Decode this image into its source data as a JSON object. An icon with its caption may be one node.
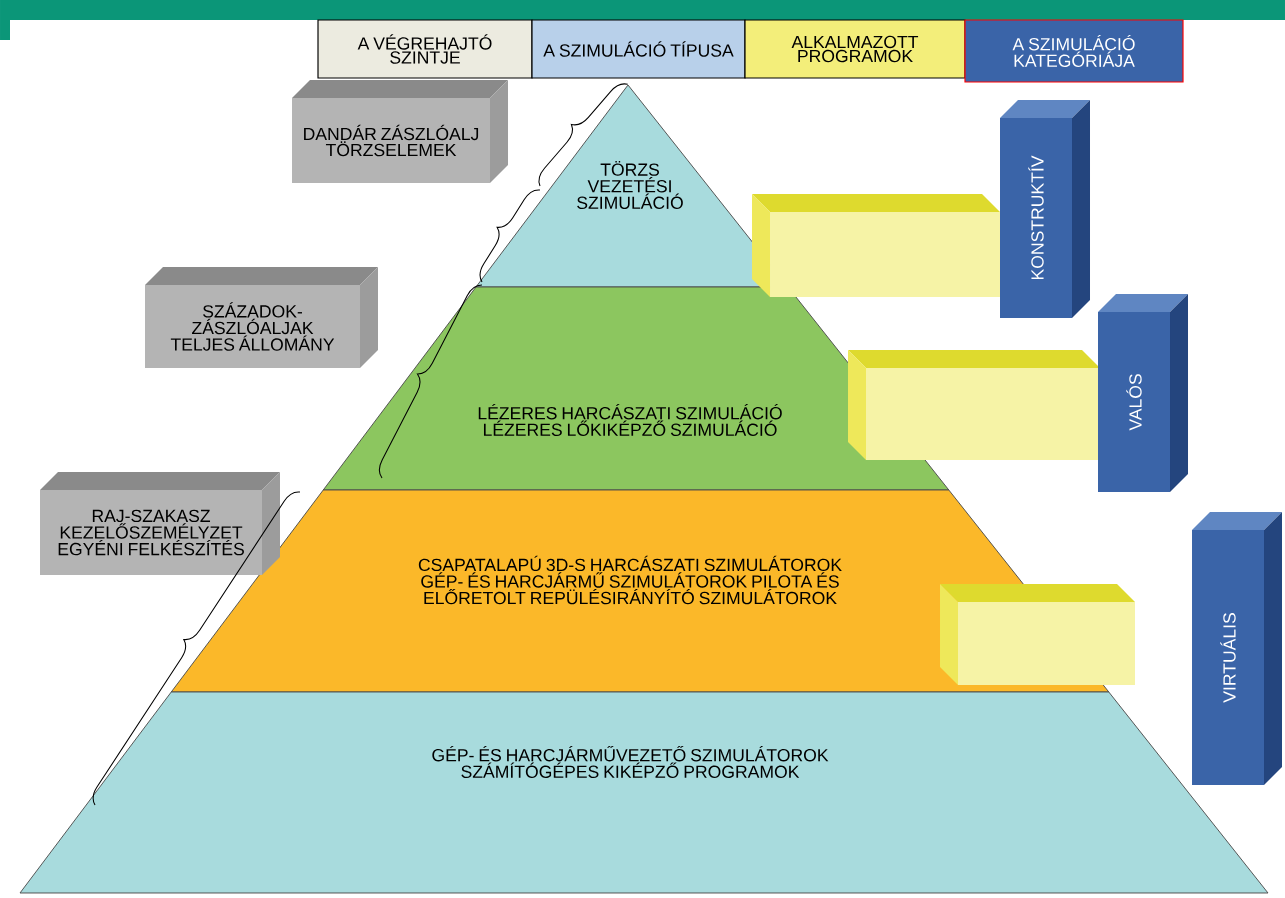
{
  "diagram": {
    "nodes": [
      {
        "text": [
          "A VÉGREHAJTÓ SZINTJE"
        ]
      },
      {
        "text": [
          "A SZIMULÁCIÓ TÍPUSA"
        ]
      },
      {
        "text": [
          "ALKALMAZOTT PROGRAMOK"
        ]
      },
      {
        "text": [
          "A SZIMULÁCIÓ KATEGÓRIÁJA"
        ]
      },
      {
        "text": [
          "TÖRZS VEZETÉSI SZIMULÁCIÓ"
        ]
      },
      {
        "text": [
          "LÉZERES HARCÁSZATI SZIMULÁCIÓ LÉZERES LŐKIKÉPZŐ SZIMULÁCIÓ"
        ]
      },
      {
        "text": [
          "CSAPATALAPÚ 3D-S HARCÁSZATI SZIMULÁTOROK GÉP- ÉS HARCJÁRMŰ SZIMULÁTOROK PILOTA ÉS ELŐRETOLT REPÜLÉSIRÁNYÍTÓ SZIMULÁTOROK"
        ]
      },
      {
        "text": [
          "GÉP- ÉS HARCJÁRMŰVEZETŐ SZIMULÁTOROK SZÁMÍTÓGÉPES KIKÉPZŐ PROGRAMOK"
        ]
      },
      {
        "text": [
          "DANDÁR ZÁSZLÓALJ TÖRZSELEMEK"
        ]
      },
      {
        "text": [
          "SZÁZADOK- ZÁSZLÓALJAK TELJES ÁLLOMÁNY"
        ]
      },
      {
        "text": [
          "RAJ-SZAKASZ KEZELŐSZEMÉLYZET EGYÉNI FELKÉSZÍTÉS"
        ]
      },
      {
        "text": [],
        "shape": "box"
      },
      {
        "text": [],
        "shape": "box"
      },
      {
        "text": [],
        "shape": "box"
      },
      {
        "text": [
          "KONSTRUKTÍV"
        ]
      },
      {
        "text": [
          "VALÓS"
        ]
      },
      {
        "text": [
          "VIRTUÁLIS"
        ]
      }
    ]
  }
}
